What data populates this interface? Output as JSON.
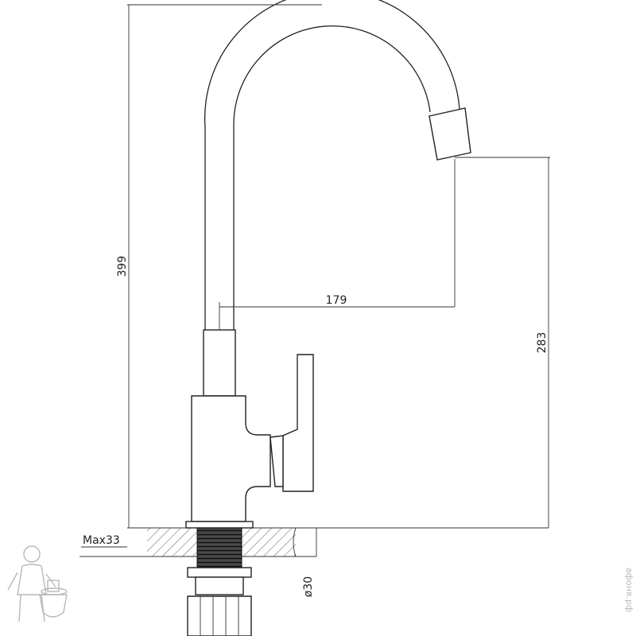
{
  "dimensions": {
    "total_height": "399",
    "spout_reach": "179",
    "spout_height": "283",
    "max_counter": "Max33",
    "hole_diameter": "ø30"
  },
  "watermark": {
    "site": "афоня.рф",
    "mascot_icon": "plumber-mascot-icon"
  },
  "colors": {
    "line": "#222222",
    "watermark": "#b8b8b8"
  }
}
